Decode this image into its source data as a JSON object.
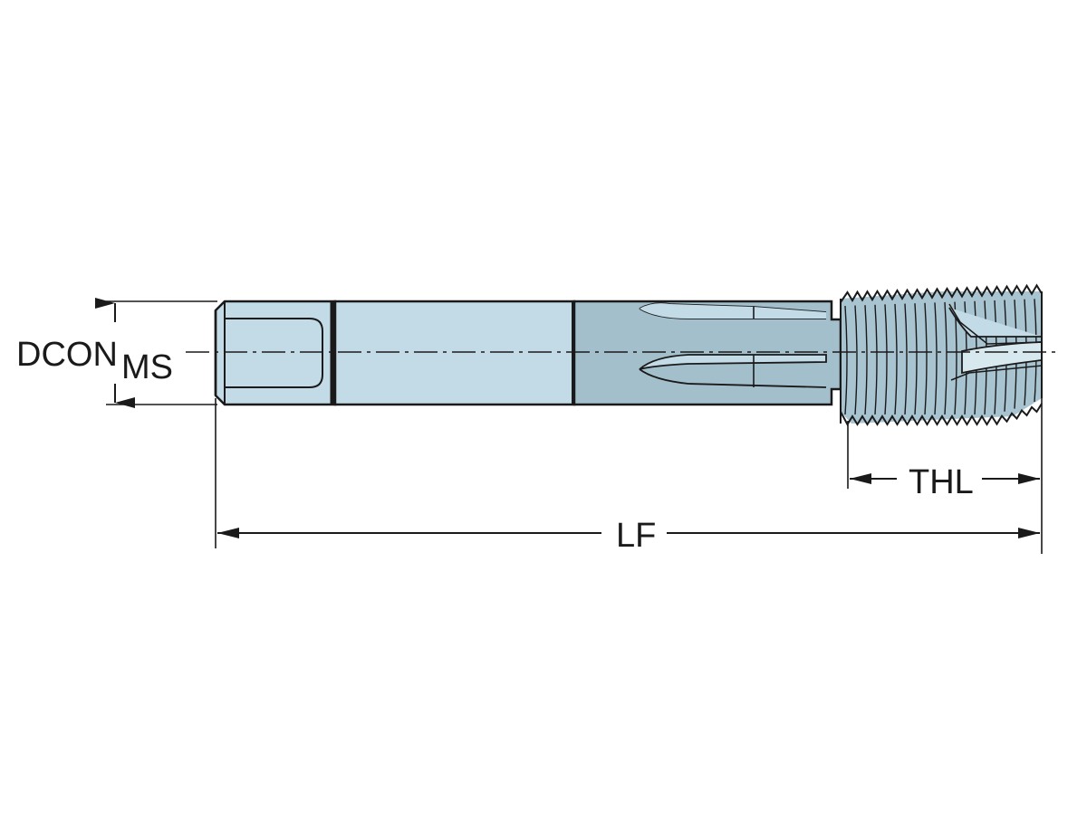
{
  "labels": {
    "dcon": "DCON",
    "ms": "MS",
    "thl": "THL",
    "lf": "LF"
  },
  "colors": {
    "shank": "#c3dbe6",
    "flute": "#a3bfcc",
    "flute_light": "#c3dbe6",
    "outline": "#1a1a1a",
    "thread": "#a9c4d1",
    "thread_shadow": "#7f9aa8"
  }
}
